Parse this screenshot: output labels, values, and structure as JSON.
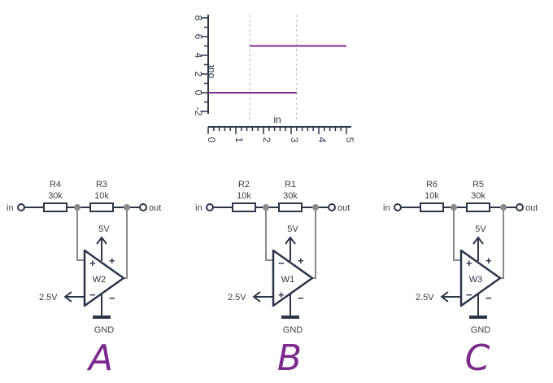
{
  "graph": {
    "xlabel": "in",
    "ylabel": "out",
    "x_ticks": [
      "0",
      "1",
      "2",
      "3",
      "4",
      "5"
    ],
    "y_ticks": [
      "8",
      "6",
      "4",
      "2",
      "0",
      "-2"
    ],
    "segments": [
      {
        "x_from": 0,
        "x_to": 3.2,
        "y": 0
      },
      {
        "x_from": 1.5,
        "x_to": 5.0,
        "y": 5
      }
    ],
    "thresholds": [
      1.5,
      3.2
    ],
    "line_color": "#7b2a8d"
  },
  "circuits": [
    {
      "id": "A",
      "letter": "A",
      "r_left_name": "R4",
      "r_left_value": "30k",
      "r_right_name": "R3",
      "r_right_value": "10k",
      "opamp": "W2",
      "supply": "5V",
      "ref": "2.5V",
      "gnd": "GND",
      "input": "in",
      "output": "out",
      "top_input_sign": "+",
      "bottom_input_sign": "−",
      "top_rail_sign": "+",
      "bottom_rail_sign": "−"
    },
    {
      "id": "B",
      "letter": "B",
      "r_left_name": "R2",
      "r_left_value": "10k",
      "r_right_name": "R1",
      "r_right_value": "30k",
      "opamp": "W1",
      "supply": "5V",
      "ref": "2.5V",
      "gnd": "GND",
      "input": "in",
      "output": "out",
      "top_input_sign": "−",
      "bottom_input_sign": "+",
      "top_rail_sign": "+",
      "bottom_rail_sign": "−"
    },
    {
      "id": "C",
      "letter": "C",
      "r_left_name": "R6",
      "r_left_value": "10k",
      "r_right_name": "R5",
      "r_right_value": "30k",
      "opamp": "W3",
      "supply": "5V",
      "ref": "2.5V",
      "gnd": "GND",
      "input": "in",
      "output": "out",
      "top_input_sign": "+",
      "bottom_input_sign": "−",
      "top_rail_sign": "+",
      "bottom_rail_sign": "−"
    }
  ]
}
